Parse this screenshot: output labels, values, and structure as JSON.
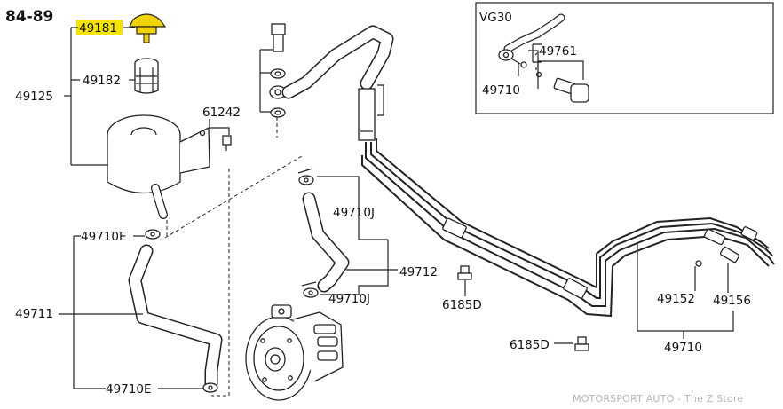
{
  "header": {
    "model_years": "84-89"
  },
  "inset": {
    "variant": "VG30"
  },
  "labels": {
    "filler_cap": "49181",
    "strainer": "49182",
    "reservoir": "49125",
    "bolt_61242": "61242",
    "clamp_upper_left": "49710E",
    "clamp_lower_left": "49710E",
    "suction_hose": "49711",
    "clamp_j_upper": "49710J",
    "clamp_j_lower": "49710J",
    "hose_49712": "49712",
    "bolt_6185d_a": "6185D",
    "bolt_6185d_b": "6185D",
    "pipe_49152": "49152",
    "pipe_49156": "49156",
    "tube_assy": "49710",
    "inset_49761": "49761",
    "inset_49710": "49710"
  },
  "highlight": {
    "part": "49181",
    "color": "#f5e400"
  },
  "watermark": "MOTORSPORT AUTO - The Z Store"
}
